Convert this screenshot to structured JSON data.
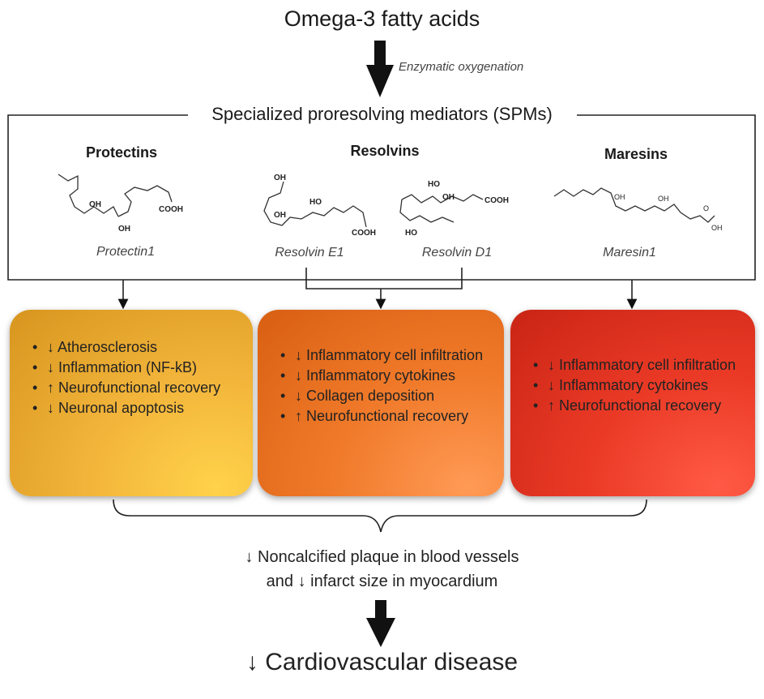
{
  "header": {
    "source": "Omega-3 fatty acids",
    "process": "Enzymatic oxygenation",
    "spm_title": "Specialized proresolving mediators (SPMs)"
  },
  "families": [
    {
      "name": "Protectins",
      "compounds": [
        "Protectin1"
      ],
      "labels": [
        "OH",
        "OH",
        "COOH"
      ]
    },
    {
      "name": "Resolvins",
      "compounds": [
        "Resolvin E1",
        "Resolvin D1"
      ],
      "labels": [
        "OH",
        "OH",
        "HO",
        "COOH",
        "HO",
        "OH",
        "COOH",
        "HO"
      ]
    },
    {
      "name": "Maresins",
      "compounds": [
        "Maresin1"
      ],
      "labels": [
        "OH",
        "OH",
        "O",
        "OH"
      ]
    }
  ],
  "effects": [
    {
      "items": [
        "↓ Atherosclerosis",
        "↓ Inflammation (NF-kB)",
        "↑ Neurofunctional recovery",
        "↓ Neuronal apoptosis"
      ]
    },
    {
      "items": [
        "↓ Inflammatory cell infiltration",
        "↓ Inflammatory cytokines",
        "↓ Collagen deposition",
        "↑ Neurofunctional recovery"
      ]
    },
    {
      "items": [
        "↓ Inflammatory cell infiltration",
        "↓ Inflammatory cytokines",
        "↑ Neurofunctional recovery"
      ]
    }
  ],
  "outcome": {
    "line1": "↓ Noncalcified plaque in blood vessels",
    "line2": "and  ↓ infarct size in myocardium",
    "final": "↓ Cardiovascular disease"
  },
  "colors": {
    "protectins_box": "#f2b43a",
    "resolvins_box": "#f07a2a",
    "maresins_box": "#ea3a26",
    "arrow": "#111111"
  }
}
